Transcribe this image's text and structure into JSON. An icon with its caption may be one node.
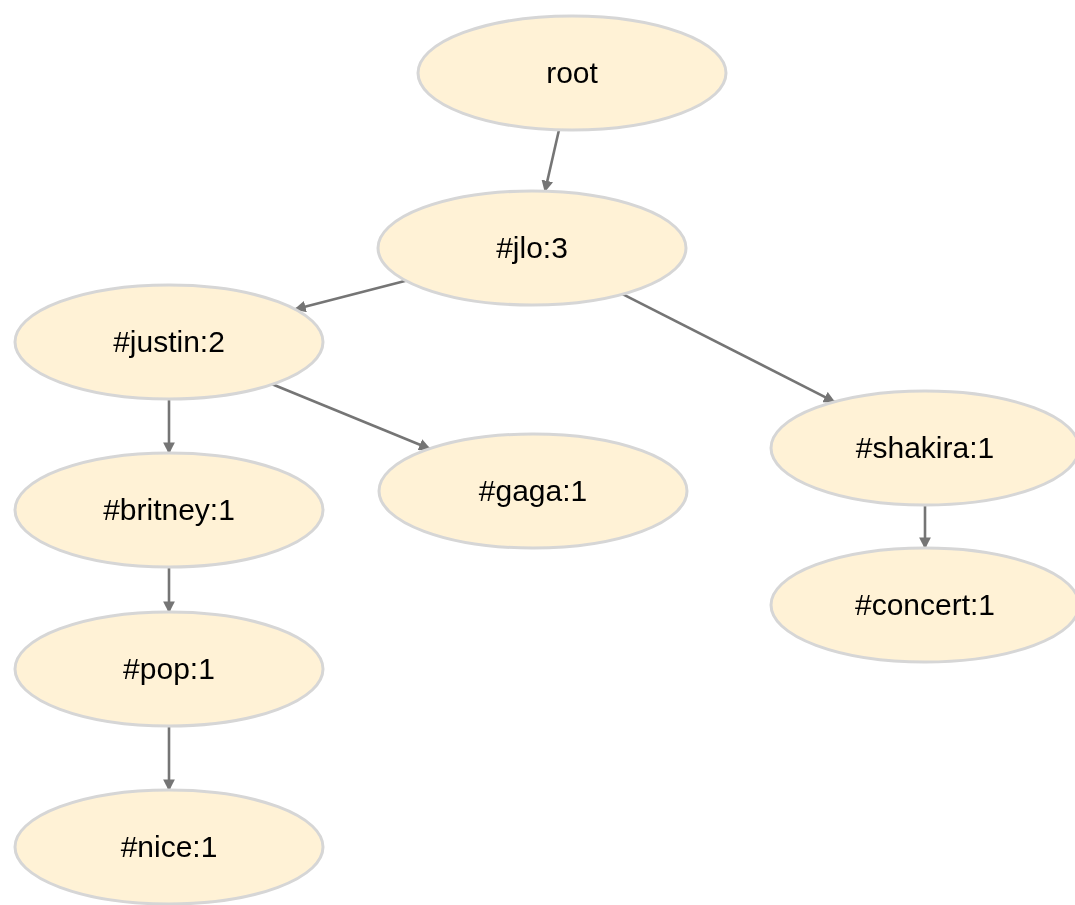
{
  "diagram": {
    "nodes": [
      {
        "text": [
          "root"
        ]
      },
      {
        "text": [
          "#jlo:3"
        ]
      },
      {
        "text": [
          "#justin:2"
        ]
      },
      {
        "text": [
          "#shakira:1"
        ]
      },
      {
        "text": [
          "#gaga:1"
        ]
      },
      {
        "text": [
          "#britney:1"
        ]
      },
      {
        "text": [
          "#concert:1"
        ]
      },
      {
        "text": [
          "#pop:1"
        ]
      },
      {
        "text": [
          "#nice:1"
        ]
      }
    ],
    "edges": [
      {
        "from": 0,
        "to": 1,
        "arrow": "to"
      },
      {
        "from": 1,
        "to": 2,
        "arrow": "to"
      },
      {
        "from": 1,
        "to": 3,
        "arrow": "to"
      },
      {
        "from": 2,
        "to": 5,
        "arrow": "to"
      },
      {
        "from": 2,
        "to": 4,
        "arrow": "to"
      },
      {
        "from": 3,
        "to": 6,
        "arrow": "to"
      },
      {
        "from": 5,
        "to": 7,
        "arrow": "to"
      },
      {
        "from": 7,
        "to": 8,
        "arrow": "to"
      }
    ]
  }
}
